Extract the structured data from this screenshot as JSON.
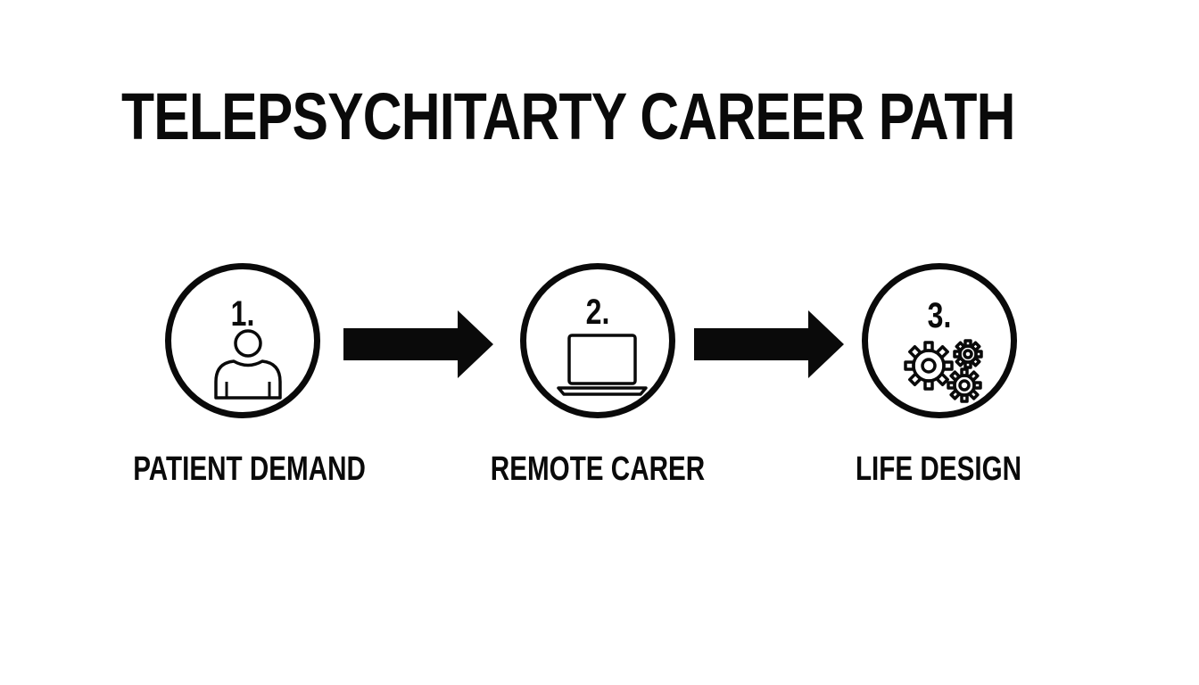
{
  "title": "TELEPSYCHITARTY CAREER PATH",
  "steps": [
    {
      "number": "1.",
      "label": "PATIENT DEMAND",
      "icon": "person-icon"
    },
    {
      "number": "2.",
      "label": "REMOTE CARER",
      "icon": "laptop-icon"
    },
    {
      "number": "3.",
      "label": "LIFE DESIGN",
      "icon": "gears-icon"
    }
  ],
  "colors": {
    "ink": "#0a0a0a",
    "background": "#ffffff"
  }
}
